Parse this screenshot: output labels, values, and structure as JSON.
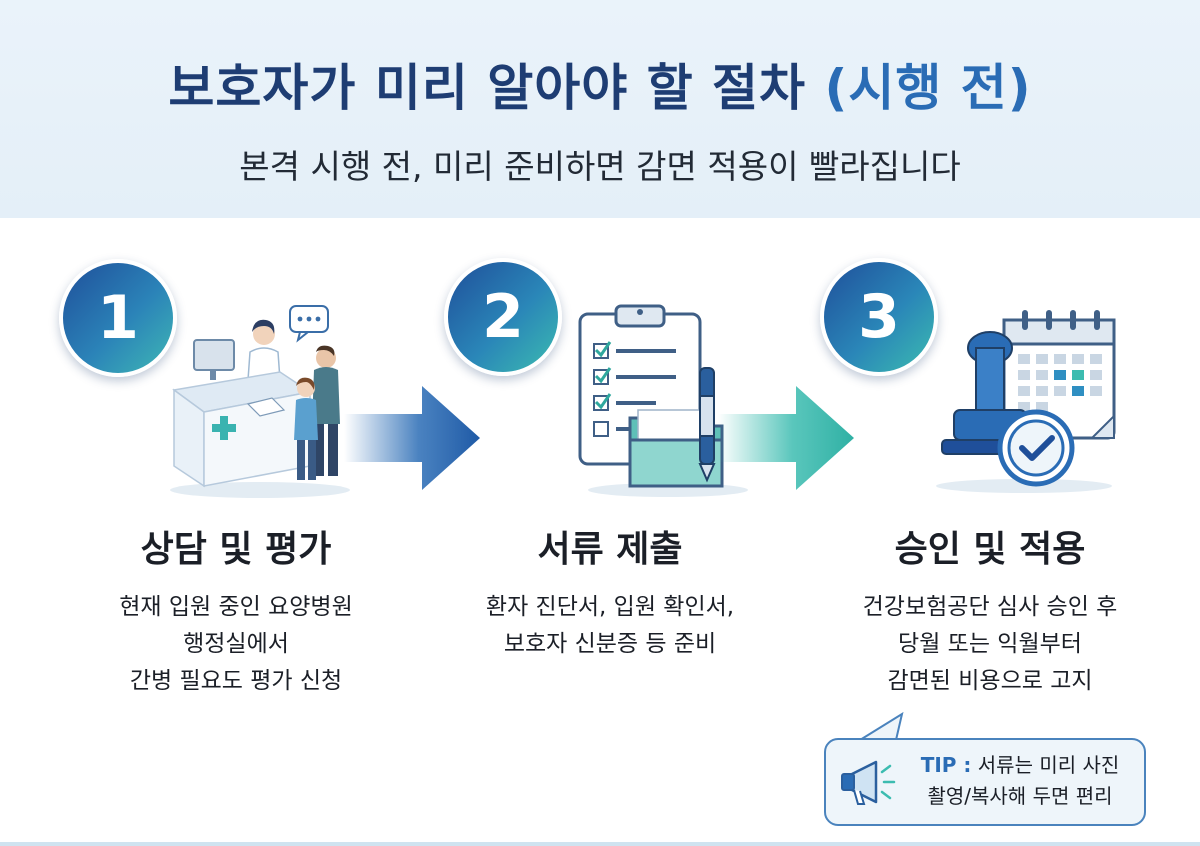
{
  "header": {
    "title_main": "보호자가 미리 알아야 할 절차",
    "title_accent": "(시행 전)",
    "subtitle": "본격 시행 전, 미리 준비하면 감면 적용이 빨라집니다"
  },
  "steps": [
    {
      "number": "1",
      "title": "상담 및 평가",
      "desc_lines": [
        "현재 입원 중인 요양병원",
        "행정실에서",
        "간병 필요도 평가 신청"
      ]
    },
    {
      "number": "2",
      "title": "서류 제출",
      "desc_lines": [
        "환자 진단서, 입원 확인서,",
        "보호자 신분증 등 준비"
      ]
    },
    {
      "number": "3",
      "title": "승인 및 적용",
      "desc_lines": [
        "건강보험공단 심사 승인 후",
        "당월 또는 익월부터",
        "감면된 비용으로 고지"
      ]
    }
  ],
  "tip": {
    "label": "TIP :",
    "line1": "서류는 미리 사진",
    "line2": "촬영/복사해 두면 편리"
  },
  "icons": {
    "step1": "hospital-reception-icon",
    "step2": "clipboard-checklist-icon",
    "step3": "calendar-stamp-icon",
    "tip": "megaphone-icon"
  },
  "colors": {
    "title": "#1e3d73",
    "accent": "#2a6cb5",
    "teal": "#3cbcb0",
    "text": "#1b1f27"
  }
}
